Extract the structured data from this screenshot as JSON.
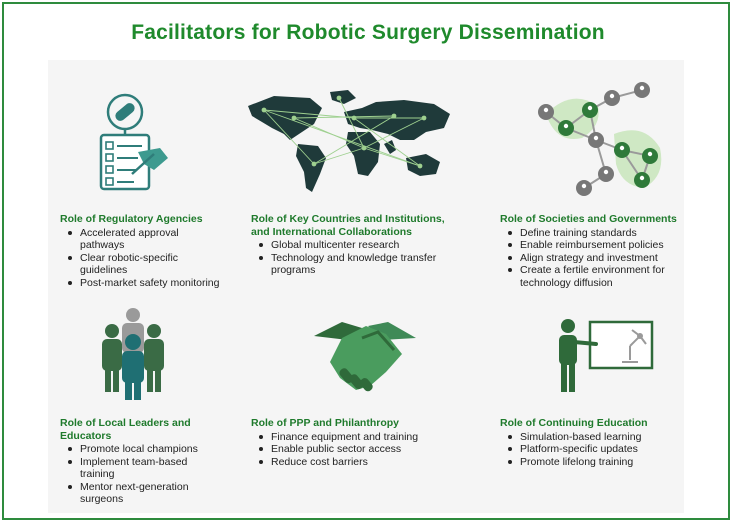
{
  "title": "Facilitators for Robotic Surgery Dissemination",
  "sections": [
    {
      "heading": "Role of Regulatory Agencies",
      "icon": "regulatory-checklist-icon",
      "items": [
        "Accelerated approval pathways",
        "Clear robotic-specific guidelines",
        "Post-market safety monitoring"
      ]
    },
    {
      "heading": "Role of Key Countries and Institutions, and International Collaborations",
      "icon": "world-map-network-icon",
      "items": [
        "Global multicenter research",
        "Technology and knowledge transfer programs"
      ]
    },
    {
      "heading": "Role of Societies and Governments",
      "icon": "people-network-icon",
      "items": [
        "Define training standards",
        "Enable reimbursement policies",
        "Align strategy and investment",
        "Create a fertile environment for technology diffusion"
      ]
    },
    {
      "heading": "Role of Local Leaders and Educators",
      "icon": "group-leader-icon",
      "items": [
        "Promote local champions",
        "Implement team-based training",
        "Mentor next-generation surgeons"
      ]
    },
    {
      "heading": "Role of PPP and Philanthropy",
      "icon": "handshake-icon",
      "items": [
        "Finance equipment and training",
        "Enable public sector access",
        "Reduce cost barriers"
      ]
    },
    {
      "heading": "Role of Continuing Education",
      "icon": "teacher-board-icon",
      "items": [
        "Simulation-based learning",
        "Platform-specific updates",
        "Promote lifelong training"
      ]
    }
  ],
  "colors": {
    "accent": "#1f8a2c",
    "dark_green": "#2f5f3a",
    "mid_green": "#3e8c55",
    "light_green": "#cfe8c4",
    "gray": "#6b6b6b"
  }
}
